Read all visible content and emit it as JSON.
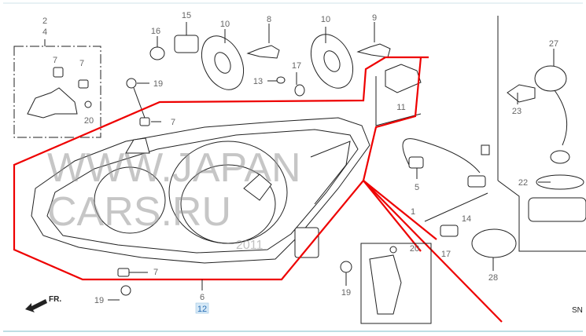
{
  "diagram": {
    "callouts": {
      "c2": "2",
      "c4": "4",
      "c7a": "7",
      "c7b": "7",
      "c20a": "20",
      "c16": "16",
      "c15": "15",
      "c10a": "10",
      "c8": "8",
      "c10b": "10",
      "c9": "9",
      "c19a": "19",
      "c13": "13",
      "c17a": "17",
      "c11": "11",
      "c7c": "7",
      "c27": "27",
      "c23": "23",
      "c5": "5",
      "c22": "22",
      "c1": "1",
      "c14": "14",
      "c17b": "17",
      "c20b": "20",
      "c28": "28",
      "c19b": "19",
      "c6": "6",
      "c12": "12",
      "c7d": "7",
      "c19c": "19"
    },
    "front_label": "FR.",
    "corner_code": "SN",
    "watermark": "WWW.JAPANCARS.RU",
    "watermark_year": "2011",
    "highlight_color": "#e00000",
    "selected_callout_color": "#2a6fb5"
  }
}
